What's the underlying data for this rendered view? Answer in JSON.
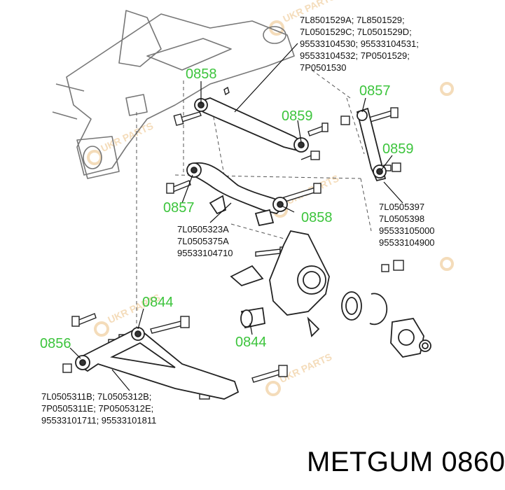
{
  "title": "METGUM 0860",
  "watermark": "UKR PARTS",
  "colors": {
    "code_green": "#3cc43c",
    "line": "#222222",
    "watermark": "#e09a3a"
  },
  "codes": {
    "c0858_top": "0858",
    "c0859_upper": "0859",
    "c0857_right": "0857",
    "c0859_right": "0859",
    "c0857_left": "0857",
    "c0858_mid": "0858",
    "c0844_left": "0844",
    "c0844_mid": "0844",
    "c0856": "0856"
  },
  "part_numbers": {
    "top": [
      "7L8501529A; 7L8501529;",
      "7L0501529C; 7L0501529D;",
      "95533104530; 95533104531;",
      "95533104532; 7P0501529;",
      "7P0501530"
    ],
    "middle": [
      "7L0505323A",
      "7L0505375A",
      "95533104710"
    ],
    "right": [
      "7L0505397",
      "7L0505398",
      "95533105000",
      "95533104900"
    ],
    "bottom": [
      "7L0505311B; 7L0505312B;",
      "7P0505311E; 7P0505312E;",
      "95533101711; 95533101811"
    ]
  }
}
